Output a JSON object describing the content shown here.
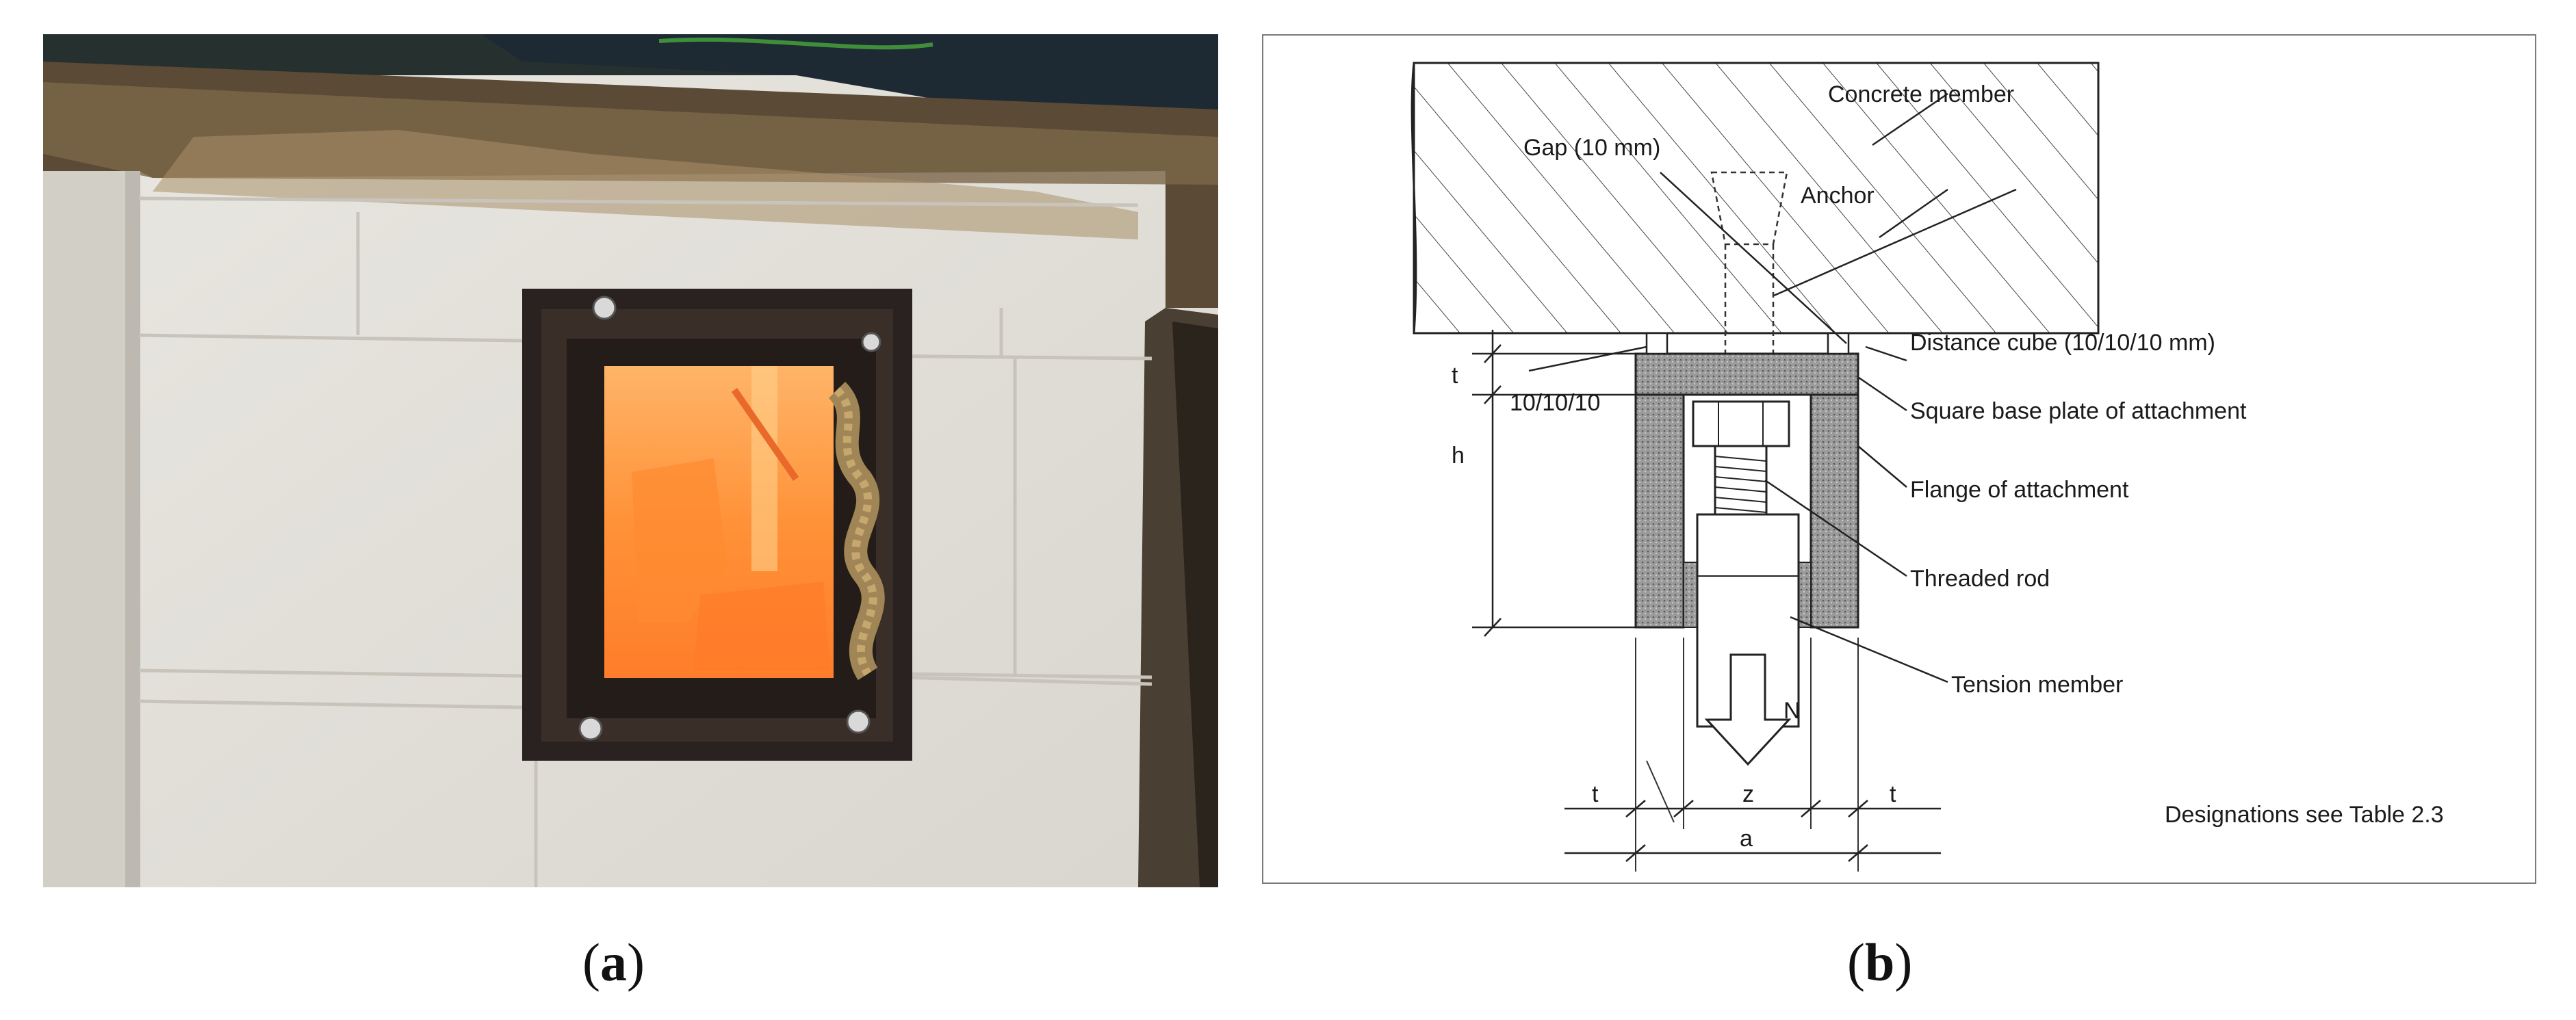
{
  "panel_a": {
    "caption_letter": "a"
  },
  "panel_b": {
    "caption_letter": "b",
    "labels": {
      "concrete_member": "Concrete member",
      "gap": "Gap (10 mm)",
      "anchor": "Anchor",
      "distance_cube": "Distance cube (10/10/10 mm)",
      "square_base_plate": "Square base plate of attachment",
      "flange": "Flange of attachment",
      "threaded_rod": "Threaded rod",
      "tension_member": "Tension member",
      "cube_dim": "10/10/10",
      "dim_t_top": "t",
      "dim_h": "h",
      "dim_t_left": "t",
      "dim_z": "z",
      "dim_t_right": "t",
      "dim_a": "a",
      "force_n": "N",
      "designations": "Designations see Table 2.3"
    }
  },
  "colors": {
    "fire_glow": "#ff9a3c",
    "frame_steel": "#2a2220",
    "wall_block": "#e6e3dc",
    "insulation_stipple": "#8c8c8c"
  }
}
